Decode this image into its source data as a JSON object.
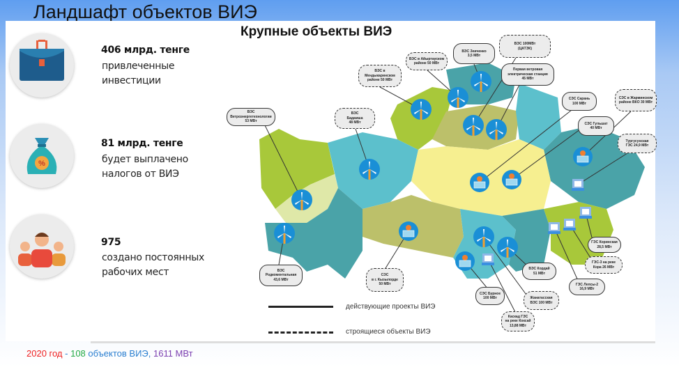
{
  "title": "Ландшафт объектов ВИЭ",
  "stats": [
    {
      "icon": "briefcase-icon",
      "value": "406 млрд. тенге",
      "line1": "привлеченные",
      "line2": "инвестиции"
    },
    {
      "icon": "money-bag-icon",
      "value": "81 млрд. тенге",
      "line1": "будет выплачено",
      "line2": "налогов от ВИЭ"
    },
    {
      "icon": "people-icon",
      "value": "975",
      "line1": "создано постоянных",
      "line2": "рабочих мест"
    }
  ],
  "map": {
    "title": "Крупные объекты ВИЭ",
    "callouts": [
      {
        "l1": "ВЭС",
        "l2": "Ветроэнергетехнологии",
        "l3": "53 МВт",
        "status": "operating"
      },
      {
        "l1": "ВЭС",
        "l2": "Бадамша",
        "l3": "48 МВт",
        "status": "construction"
      },
      {
        "l1": "ВЭС в",
        "l2": "Мендыкаринском",
        "l3": "районе 50 МВт",
        "status": "construction"
      },
      {
        "l1": "ВЭС в Айыртауском",
        "l2": "районе 50 МВт",
        "l3": "",
        "status": "construction"
      },
      {
        "l1": "ВЭС Зеиченко",
        "l2": "3,5 МВт",
        "l3": "",
        "status": "operating"
      },
      {
        "l1": "ВЭС 100МВт",
        "l2": "(ЦАТЭК)",
        "l3": "",
        "status": "construction"
      },
      {
        "l1": "Первая ветровая",
        "l2": "электрическая станция",
        "l3": "45 МВт",
        "status": "operating"
      },
      {
        "l1": "СЭС Сарань",
        "l2": "100 МВт",
        "l3": "",
        "status": "operating"
      },
      {
        "l1": "СЭС Гульшат",
        "l2": "40 МВт",
        "l3": "",
        "status": "operating"
      },
      {
        "l1": "СЭС в Жарминском",
        "l2": "районе ВКО 30 МВт",
        "l3": "",
        "status": "construction"
      },
      {
        "l1": "Тургусунская",
        "l2": "ГЭС 24,9 МВт",
        "l3": "",
        "status": "construction"
      },
      {
        "l1": "ГЭС Коринская",
        "l2": "28,5 МВт",
        "l3": "",
        "status": "operating"
      },
      {
        "l1": "ГЭС-3 на реке",
        "l2": "Кора 26 МВт",
        "l3": "",
        "status": "construction"
      },
      {
        "l1": "ГЭС Лепсы-2",
        "l2": "16,9 МВт",
        "l3": "",
        "status": "operating"
      },
      {
        "l1": "ВЭС Кордай",
        "l2": "51 МВт",
        "l3": "",
        "status": "operating"
      },
      {
        "l1": "Жанатасская",
        "l2": "ВЭС 100 МВт",
        "l3": "",
        "status": "construction"
      },
      {
        "l1": "Каскад ГЭС",
        "l2": "на реке Коксай",
        "l3": "13,88 МВт",
        "status": "construction"
      },
      {
        "l1": "СЭС Бурное",
        "l2": "100 МВт",
        "l3": "",
        "status": "operating"
      },
      {
        "l1": "СЭС",
        "l2": "в г. Кызылорде",
        "l3": "50 МВт",
        "status": "construction"
      },
      {
        "l1": "ВЭС",
        "l2": "Родкоментальная",
        "l3": "43,6 МВт",
        "status": "operating"
      }
    ],
    "legend": {
      "operating": "действующие проекты ВИЭ",
      "construction": "строящиеся объекты ВИЭ"
    }
  },
  "footer": {
    "year": "2020 год",
    "dash": " - ",
    "count": "108",
    "objects": " объектов ВИЭ,",
    "power": " 1611 МВт",
    "colors": {
      "year": "#ee2222",
      "count": "#22aa44",
      "objects": "#2a7fd0",
      "power": "#7b3fb0"
    }
  },
  "colors": {
    "region_green": "#a8c83a",
    "region_teal": "#4aa3a8",
    "region_light_blue": "#5cc0cc",
    "region_yellow": "#f6ef90",
    "region_olive": "#bcc06a",
    "icon_blue": "#1a8fd6"
  }
}
